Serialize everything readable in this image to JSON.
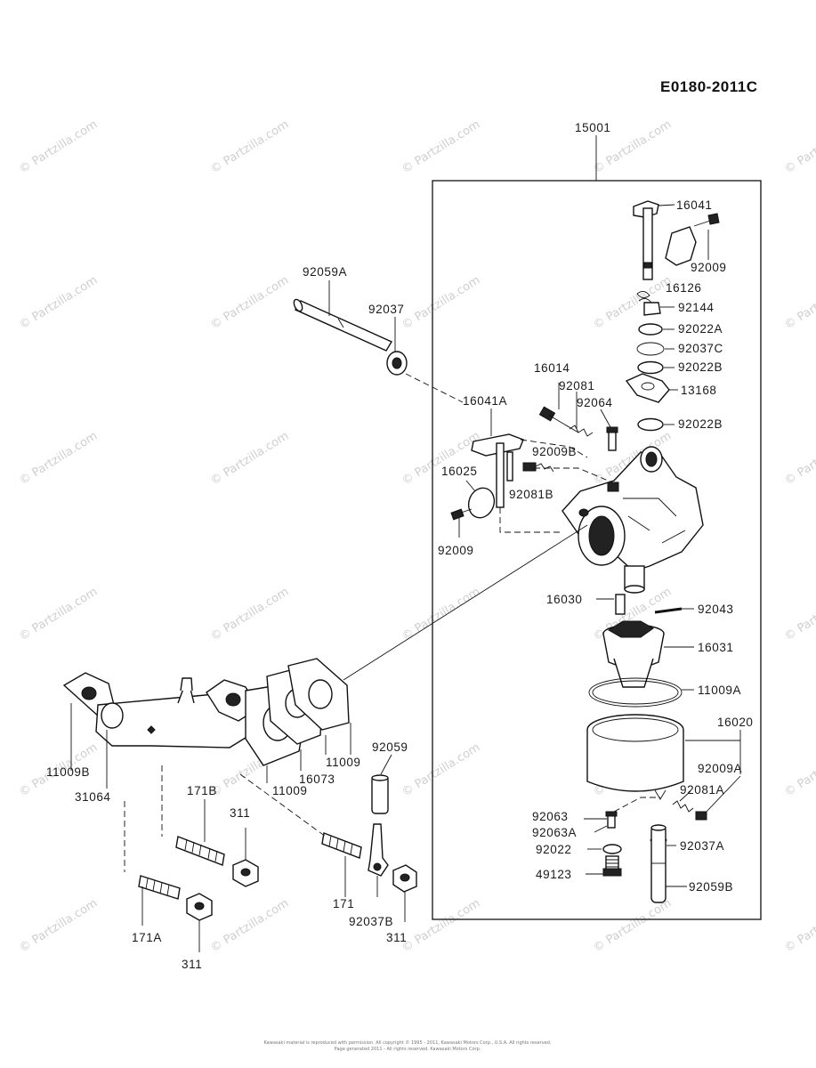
{
  "diagram": {
    "ref_code": "E0180-2011C",
    "assembly_label": "15001",
    "parts": [
      {
        "id": "16041",
        "label": "16041"
      },
      {
        "id": "92009-a",
        "label": "92009"
      },
      {
        "id": "16126",
        "label": "16126"
      },
      {
        "id": "92144",
        "label": "92144"
      },
      {
        "id": "92022a",
        "label": "92022A"
      },
      {
        "id": "92037c",
        "label": "92037C"
      },
      {
        "id": "92022b-a",
        "label": "92022B"
      },
      {
        "id": "13168",
        "label": "13168"
      },
      {
        "id": "92022b-b",
        "label": "92022B"
      },
      {
        "id": "16014",
        "label": "16014"
      },
      {
        "id": "92081",
        "label": "92081"
      },
      {
        "id": "92064",
        "label": "92064"
      },
      {
        "id": "16041a",
        "label": "16041A"
      },
      {
        "id": "92009b",
        "label": "92009B"
      },
      {
        "id": "16025",
        "label": "16025"
      },
      {
        "id": "92081b",
        "label": "92081B"
      },
      {
        "id": "92009-b",
        "label": "92009"
      },
      {
        "id": "92059a",
        "label": "92059A"
      },
      {
        "id": "92037",
        "label": "92037"
      },
      {
        "id": "16030",
        "label": "16030"
      },
      {
        "id": "92043",
        "label": "92043"
      },
      {
        "id": "16031",
        "label": "16031"
      },
      {
        "id": "11009a",
        "label": "11009A"
      },
      {
        "id": "16020",
        "label": "16020"
      },
      {
        "id": "92009a",
        "label": "92009A"
      },
      {
        "id": "92081a",
        "label": "92081A"
      },
      {
        "id": "92063",
        "label": "92063"
      },
      {
        "id": "92063a",
        "label": "92063A"
      },
      {
        "id": "92037a",
        "label": "92037A"
      },
      {
        "id": "92022",
        "label": "92022"
      },
      {
        "id": "49123",
        "label": "49123"
      },
      {
        "id": "92059b",
        "label": "92059B"
      },
      {
        "id": "11009b",
        "label": "11009B"
      },
      {
        "id": "31064",
        "label": "31064"
      },
      {
        "id": "16073",
        "label": "16073"
      },
      {
        "id": "11009-a",
        "label": "11009"
      },
      {
        "id": "11009-b",
        "label": "11009"
      },
      {
        "id": "92059",
        "label": "92059"
      },
      {
        "id": "171b",
        "label": "171B"
      },
      {
        "id": "311-a",
        "label": "311"
      },
      {
        "id": "171",
        "label": "171"
      },
      {
        "id": "92037b",
        "label": "92037B"
      },
      {
        "id": "311-b",
        "label": "311"
      },
      {
        "id": "171a",
        "label": "171A"
      },
      {
        "id": "311-c",
        "label": "311"
      }
    ]
  },
  "watermark": "© Partzilla.com",
  "footer": {
    "line1": "Kawasaki material is reproduced with permission. All copyright © 1995 - 2011, Kawasaki Motors Corp., U.S.A. All rights reserved.",
    "line2": "Page generated 2011 - All rights reserved. Kawasaki Motors Corp."
  }
}
